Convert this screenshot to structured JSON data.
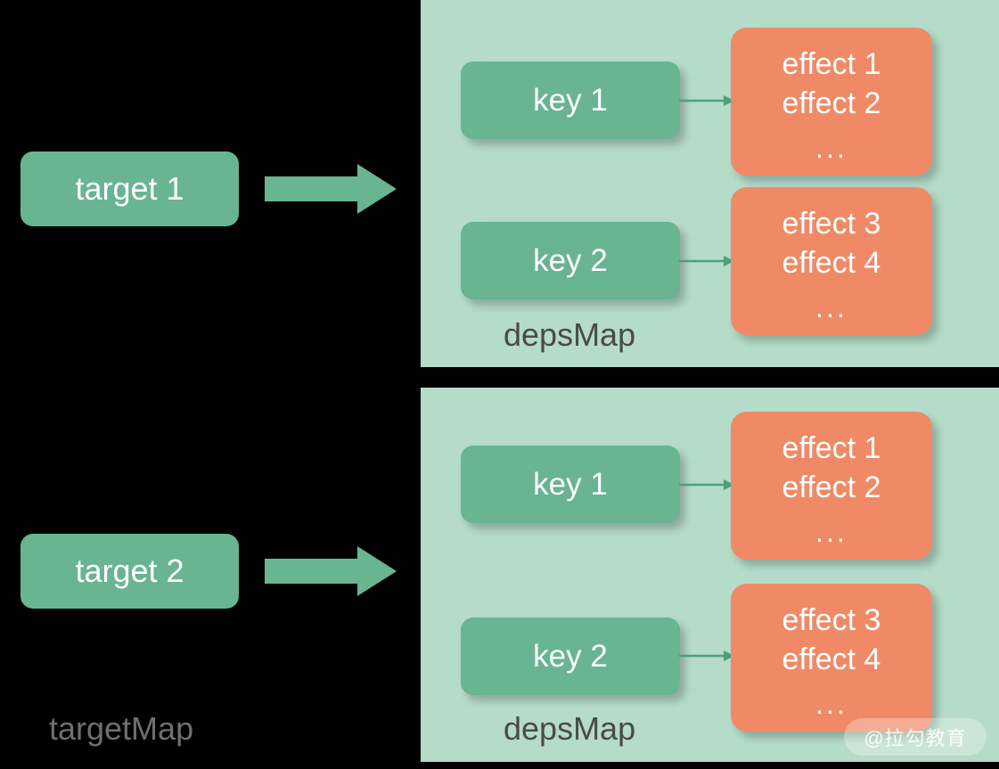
{
  "diagram": {
    "title": "targetMap to depsMap structure",
    "colors": {
      "background": "#000000",
      "panel": "#b5dbc9",
      "green_node": "#69b491",
      "orange_node": "#f08a66",
      "caption_dark": "#4a4a4a",
      "caption_light": "#6f6f6f",
      "node_text": "#ffffff"
    }
  },
  "targets": [
    {
      "label": "target 1"
    },
    {
      "label": "target 2"
    }
  ],
  "captions": {
    "target_map": "targetMap",
    "deps_map_top": "depsMap",
    "deps_map_bottom": "depsMap"
  },
  "groups": [
    {
      "name": "depsMap-top",
      "caption": "depsMap",
      "entries": [
        {
          "key": "key 1",
          "effects": {
            "first": "effect 1",
            "second": "effect 2",
            "ellipsis": "..."
          }
        },
        {
          "key": "key 2",
          "effects": {
            "first": "effect 3",
            "second": "effect 4",
            "ellipsis": "..."
          }
        }
      ]
    },
    {
      "name": "depsMap-bottom",
      "caption": "depsMap",
      "entries": [
        {
          "key": "key 1",
          "effects": {
            "first": "effect 1",
            "second": "effect 2",
            "ellipsis": "..."
          }
        },
        {
          "key": "key 2",
          "effects": {
            "first": "effect 3",
            "second": "effect 4",
            "ellipsis": "..."
          }
        }
      ]
    }
  ],
  "arrows": {
    "block_arrow_icon": "arrow-right-block-icon",
    "thin_arrow_icon": "arrow-right-thin-icon"
  },
  "watermark": {
    "text": "@拉勾教育"
  }
}
